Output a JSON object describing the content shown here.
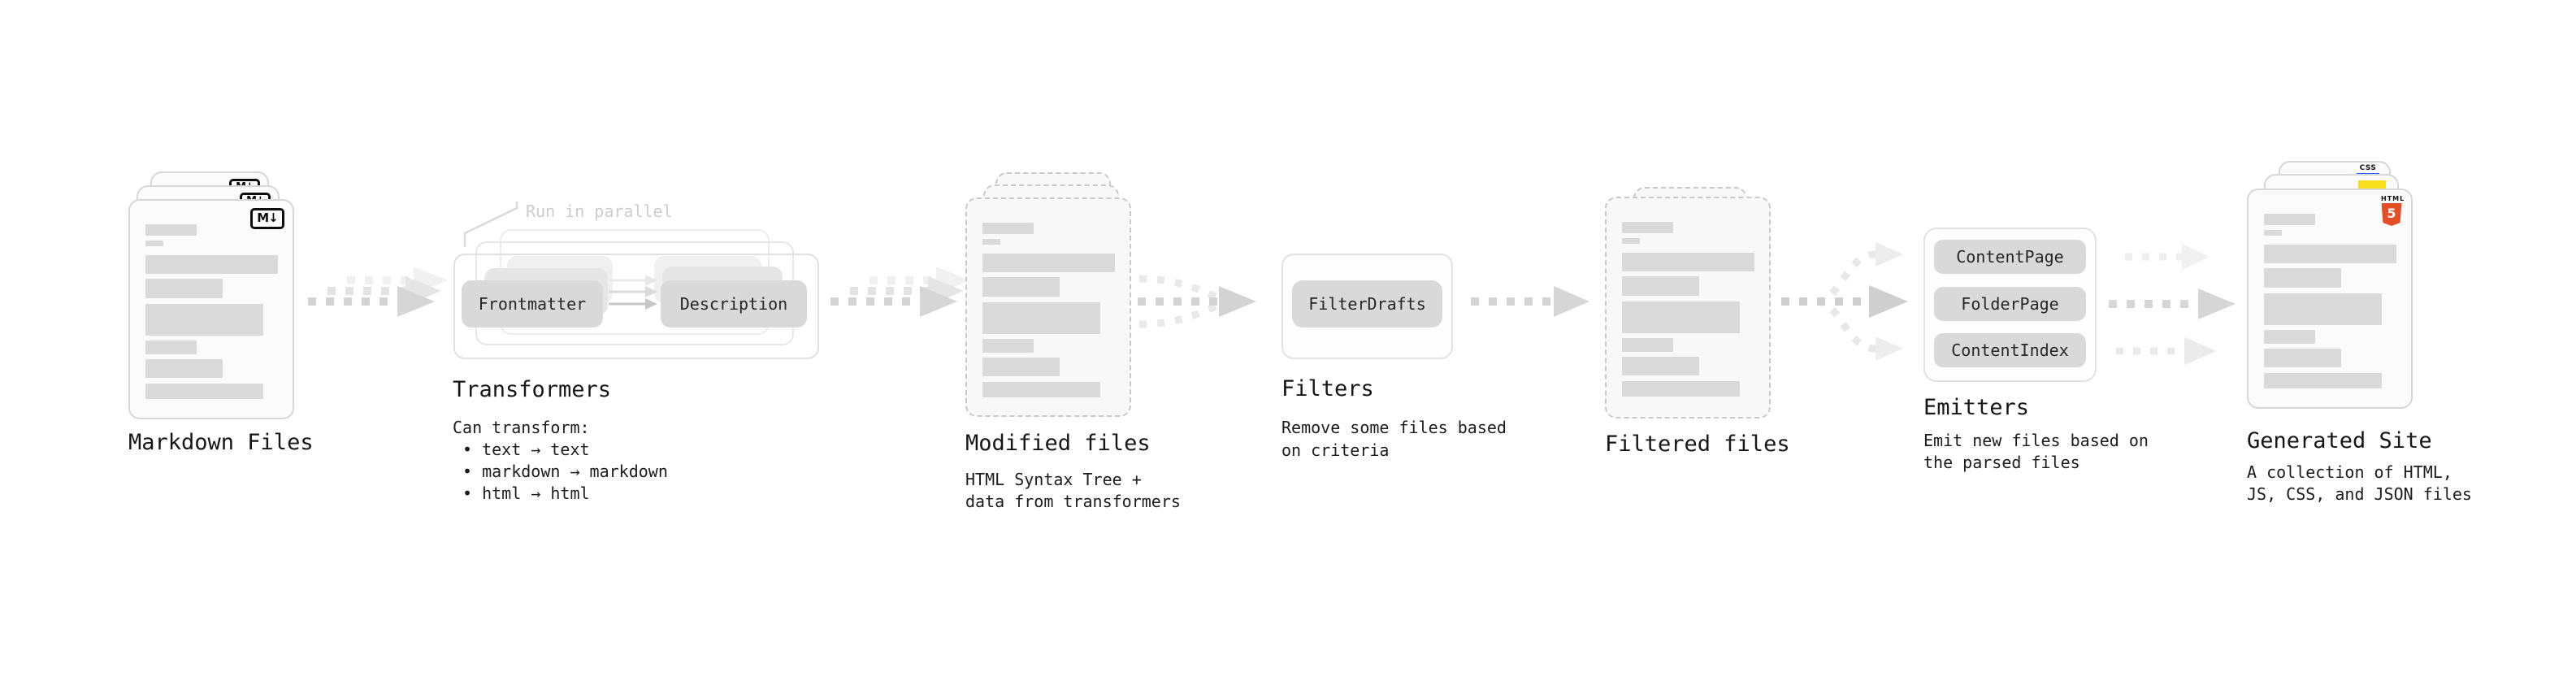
{
  "diagram": {
    "markdown": {
      "label": "Markdown Files",
      "badge": "M↓"
    },
    "transformers": {
      "note": "Run in parallel",
      "chip_left": "Frontmatter",
      "chip_right": "Description",
      "title": "Transformers",
      "desc_heading": "Can transform:",
      "bullets": [
        "• text → text",
        "• markdown → markdown",
        "• html → html"
      ]
    },
    "modified": {
      "label": "Modified files",
      "desc_line1": "HTML Syntax Tree +",
      "desc_line2": "data from transformers"
    },
    "filters": {
      "title": "Filters",
      "chip": "FilterDrafts",
      "desc_line1": "Remove some files based",
      "desc_line2": "on criteria"
    },
    "filtered": {
      "label": "Filtered files"
    },
    "emitters": {
      "title": "Emitters",
      "chips": [
        "ContentPage",
        "FolderPage",
        "ContentIndex"
      ],
      "desc_line1": "Emit new files based on",
      "desc_line2": "the parsed files"
    },
    "generated": {
      "label": "Generated Site",
      "desc_line1": "A collection of HTML,",
      "desc_line2": "JS, CSS, and JSON files",
      "html5_badge_word": "HTML",
      "html5_badge_number": "5",
      "css_badge_word": "CSS"
    },
    "colors": {
      "html5_orange": "#e44d26",
      "js_yellow": "#f7df1e",
      "css_blue": "#2965f1"
    }
  }
}
